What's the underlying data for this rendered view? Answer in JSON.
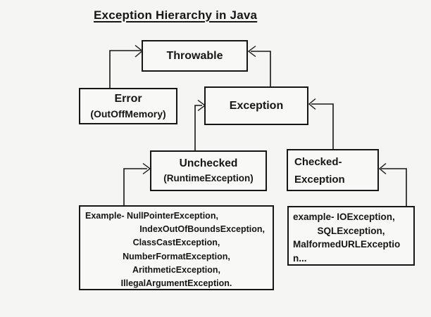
{
  "title": "Exception Hierarchy in Java",
  "colors": {
    "ink": "#161616",
    "background": "#f5f5f3"
  },
  "nodes": {
    "throwable": {
      "label": "Throwable"
    },
    "error": {
      "label": "Error",
      "sublabel": "(OutOffMemory)"
    },
    "exception": {
      "label": "Exception"
    },
    "unchecked": {
      "label": "Unchecked",
      "sublabel": "(RuntimeException)"
    },
    "checked": {
      "label_line1": "Checked-",
      "label_line2": "Exception"
    },
    "unchecked_examples": {
      "lines": [
        "Example- NullPointerException,",
        "IndexOutOfBoundsException,",
        "ClassCastException,",
        "NumberFormatException,",
        "ArithmeticException,",
        "IllegalArgumentException."
      ]
    },
    "checked_examples": {
      "lines": [
        "example- IOException,",
        "SQLException,",
        "MalformedURLExceptio",
        "n..."
      ]
    }
  },
  "edges": [
    {
      "from": "Error",
      "to": "Throwable"
    },
    {
      "from": "Exception",
      "to": "Throwable"
    },
    {
      "from": "Unchecked",
      "to": "Exception"
    },
    {
      "from": "Checked-Exception",
      "to": "Exception"
    },
    {
      "from": "Unchecked examples",
      "to": "Unchecked"
    },
    {
      "from": "Checked examples",
      "to": "Checked-Exception"
    }
  ]
}
